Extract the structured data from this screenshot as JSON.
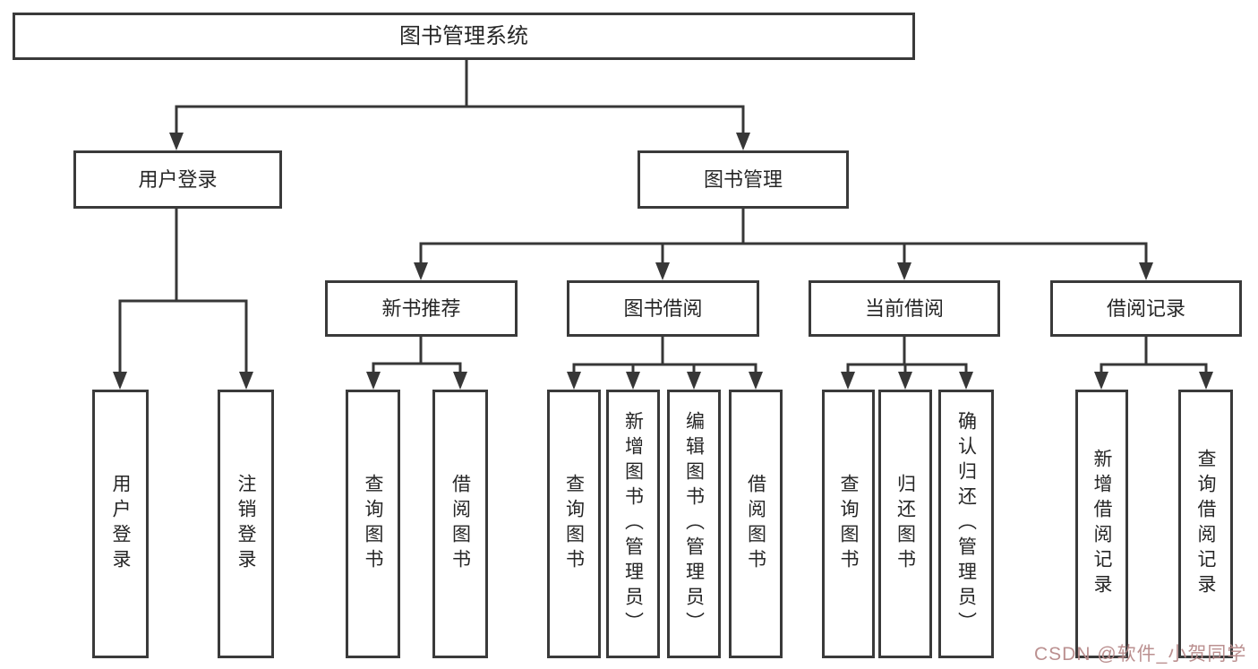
{
  "nodes": {
    "root": "图书管理系统",
    "user_login": "用户登录",
    "book_mgmt": "图书管理",
    "new_books": "新书推荐",
    "book_borrow": "图书借阅",
    "current_borrow": "当前借阅",
    "borrow_records": "借阅记录",
    "leaves": {
      "user_login": [
        "用户登录",
        "注销登录"
      ],
      "new_books": [
        "查询图书",
        "借阅图书"
      ],
      "book_borrow": [
        "查询图书",
        "新增图书（管理员）",
        "编辑图书（管理员）",
        "借阅图书"
      ],
      "current_borrow": [
        "查询图书",
        "归还图书",
        "确认归还（管理员）"
      ],
      "borrow_records": [
        "新增借阅记录",
        "查询借阅记录"
      ]
    }
  },
  "watermark": "CSDN @软件_小贺同学",
  "colors": {
    "line": "#373737",
    "box_border": "#3a3a3a",
    "text": "#262626",
    "watermark": "#b78a8a"
  }
}
